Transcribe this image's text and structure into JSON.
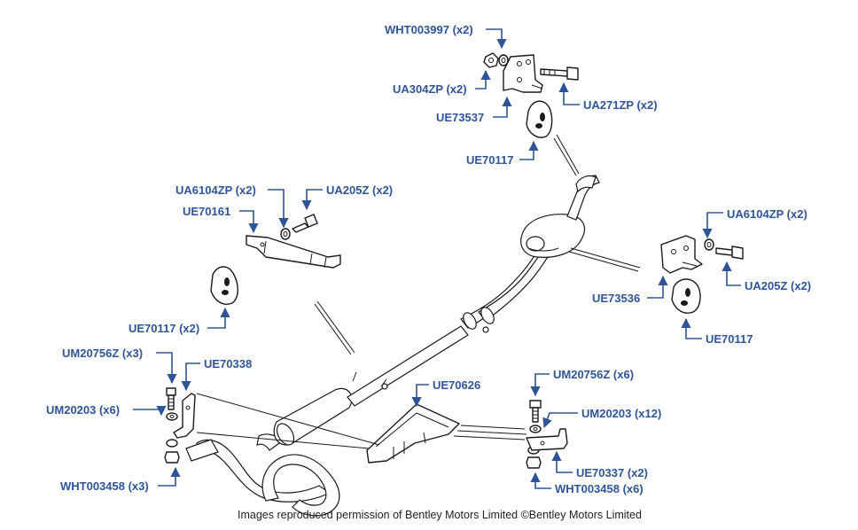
{
  "labels": {
    "wht003997": "WHT003997 (x2)",
    "ua304zp": "UA304ZP (x2)",
    "ue73537": "UE73537",
    "ua271zp": "UA271ZP (x2)",
    "ue70117_top": "UE70117",
    "ua6104zp_left": "UA6104ZP (x2)",
    "ua205z_left": "UA205Z (x2)",
    "ue70161": "UE70161",
    "ue70117_left": "UE70117 (x2)",
    "ua6104zp_right": "UA6104ZP (x2)",
    "ua205z_right": "UA205Z (x2)",
    "ue73536": "UE73536",
    "ue70117_right": "UE70117",
    "um20756z_left": "UM20756Z (x3)",
    "ue70338": "UE70338",
    "um20203_left": "UM20203 (x6)",
    "wht003458_left": "WHT003458 (x3)",
    "ue70626": "UE70626",
    "um20756z_right": "UM20756Z (x6)",
    "um20203_right": "UM20203 (x12)",
    "ue70337": "UE70337 (x2)",
    "wht003458_right": "WHT003458 (x6)"
  },
  "credit": "Images reproduced permission of Bentley Motors Limited ©Bentley Motors Limited",
  "colors": {
    "label": "#2f5597",
    "line": "#1a1a1a"
  },
  "icons": [
    "arrow-icon",
    "exhaust-pipe-drawing",
    "silencer-drawing",
    "bracket-drawing",
    "rubber-mount-drawing",
    "bolt-drawing",
    "washer-drawing",
    "nut-drawing",
    "heat-shield-drawing"
  ]
}
